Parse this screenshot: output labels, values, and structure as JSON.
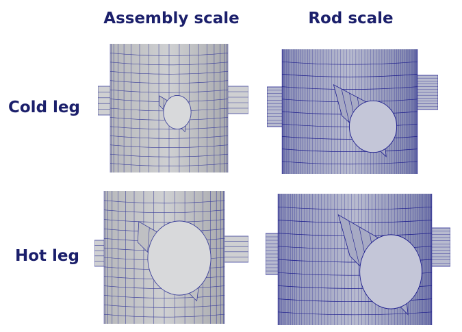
{
  "columns": [
    "Assembly scale",
    "Rod scale"
  ],
  "rows": [
    "Cold leg",
    "Hot leg"
  ],
  "colors": {
    "title_text": "#1b1f6b",
    "coarse_surface": "#cfd0d2",
    "coarse_grid_line": "#3b3f9a",
    "fine_surface": "#b8bbcf",
    "fine_grid_line": "#1a1a8c"
  },
  "panels": [
    {
      "name": "assembly-cold-leg",
      "mesh": "coarse",
      "nozzle": "small"
    },
    {
      "name": "rod-cold-leg",
      "mesh": "fine",
      "nozzle": "small"
    },
    {
      "name": "assembly-hot-leg",
      "mesh": "coarse",
      "nozzle": "large"
    },
    {
      "name": "rod-hot-leg",
      "mesh": "fine",
      "nozzle": "large"
    }
  ]
}
